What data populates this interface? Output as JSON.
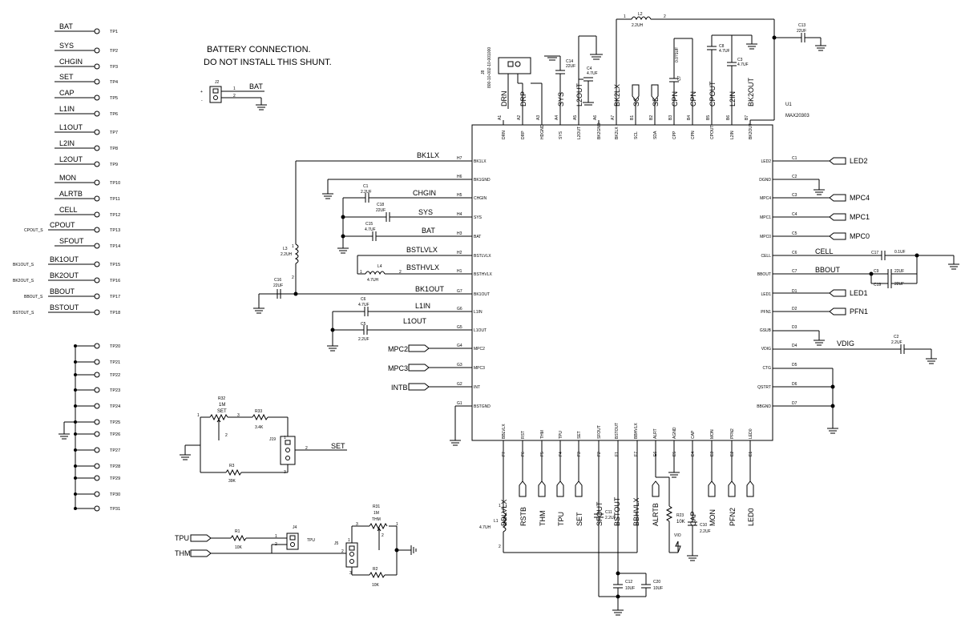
{
  "note": {
    "lines": [
      "BATTERY CONNECTION.",
      "DO NOT INSTALL THIS SHUNT."
    ]
  },
  "test_points": {
    "group1": [
      {
        "tp": "TP1",
        "net": "BAT",
        "prefix": ""
      },
      {
        "tp": "TP2",
        "net": "SYS",
        "prefix": ""
      },
      {
        "tp": "TP3",
        "net": "CHGIN",
        "prefix": ""
      },
      {
        "tp": "TP4",
        "net": "SET",
        "prefix": ""
      },
      {
        "tp": "TP5",
        "net": "CAP",
        "prefix": ""
      },
      {
        "tp": "TP6",
        "net": "L1IN",
        "prefix": ""
      },
      {
        "tp": "TP7",
        "net": "L1OUT",
        "prefix": ""
      },
      {
        "tp": "TP8",
        "net": "L2IN",
        "prefix": ""
      },
      {
        "tp": "TP9",
        "net": "L2OUT",
        "prefix": ""
      },
      {
        "tp": "TP10",
        "net": "MON",
        "prefix": ""
      },
      {
        "tp": "TP11",
        "net": "ALRTB",
        "prefix": ""
      },
      {
        "tp": "TP12",
        "net": "CELL",
        "prefix": ""
      },
      {
        "tp": "TP13",
        "net": "CPOUT",
        "prefix": "CPOUT_S"
      },
      {
        "tp": "TP14",
        "net": "SFOUT",
        "prefix": ""
      },
      {
        "tp": "TP15",
        "net": "BK1OUT",
        "prefix": "BK1OUT_S"
      },
      {
        "tp": "TP16",
        "net": "BK2OUT",
        "prefix": "BK2OUT_S"
      },
      {
        "tp": "TP17",
        "net": "BBOUT",
        "prefix": "BBOUT_S"
      },
      {
        "tp": "TP18",
        "net": "BSTOUT",
        "prefix": "BSTOUT_S"
      }
    ],
    "group2": [
      "TP20",
      "TP21",
      "TP22",
      "TP23",
      "TP24",
      "TP25",
      "TP26",
      "TP27",
      "TP28",
      "TP29",
      "TP30",
      "TP31"
    ]
  },
  "ic": {
    "ref": "U1",
    "part": "MAX20303",
    "top_pins": [
      {
        "num": "A1",
        "name": "DRN",
        "net": "DRN"
      },
      {
        "num": "A2",
        "name": "DRP",
        "net": "DRP"
      },
      {
        "num": "A3",
        "name": "HDGND",
        "net": ""
      },
      {
        "num": "A4",
        "name": "SYS",
        "net": "SYS"
      },
      {
        "num": "A5",
        "name": "L2OUT",
        "net": "L2OUT"
      },
      {
        "num": "A6",
        "name": "BK2GND",
        "net": ""
      },
      {
        "num": "A7",
        "name": "BK2LX",
        "net": "BK2LX"
      },
      {
        "num": "B1",
        "name": "SCL",
        "net": "SCL"
      },
      {
        "num": "B2",
        "name": "SDA",
        "net": "SDA"
      },
      {
        "num": "B3",
        "name": "CPP",
        "net": "CPN"
      },
      {
        "num": "B4",
        "name": "CPN",
        "net": "CPN"
      },
      {
        "num": "B5",
        "name": "CPOUT",
        "net": "CPOUT"
      },
      {
        "num": "B6",
        "name": "L2IN",
        "net": "L2IN"
      },
      {
        "num": "B7",
        "name": "BK2OUT",
        "net": "BK2OUT"
      }
    ],
    "left_pins": [
      {
        "num": "H7",
        "name": "BK1LX",
        "net": "BK1LX"
      },
      {
        "num": "H6",
        "name": "BK1GND",
        "net": ""
      },
      {
        "num": "H5",
        "name": "CHGIN",
        "net": "CHGIN"
      },
      {
        "num": "H4",
        "name": "SYS",
        "net": "SYS"
      },
      {
        "num": "H3",
        "name": "BAT",
        "net": "BAT"
      },
      {
        "num": "H2",
        "name": "BSTLVLX",
        "net": "BSTLVLX"
      },
      {
        "num": "H1",
        "name": "BSTHVLX",
        "net": "BSTHVLX"
      },
      {
        "num": "G7",
        "name": "BK1OUT",
        "net": "BK1OUT"
      },
      {
        "num": "G6",
        "name": "L1IN",
        "net": "L1IN"
      },
      {
        "num": "G5",
        "name": "L1OUT",
        "net": "L1OUT"
      },
      {
        "num": "G4",
        "name": "MPC2",
        "net": "MPC2"
      },
      {
        "num": "G3",
        "name": "MPC3",
        "net": "MPC3"
      },
      {
        "num": "G2",
        "name": "INT",
        "net": "INTB"
      },
      {
        "num": "G1",
        "name": "BSTGND",
        "net": ""
      }
    ],
    "right_pins": [
      {
        "num": "C1",
        "name": "LED2",
        "net": "LED2"
      },
      {
        "num": "C2",
        "name": "DGND",
        "net": ""
      },
      {
        "num": "C3",
        "name": "MPC4",
        "net": "MPC4"
      },
      {
        "num": "C4",
        "name": "MPC1",
        "net": "MPC1"
      },
      {
        "num": "C5",
        "name": "MPC0",
        "net": "MPC0"
      },
      {
        "num": "C6",
        "name": "CELL",
        "net": "CELL"
      },
      {
        "num": "C7",
        "name": "BBOUT",
        "net": "BBOUT"
      },
      {
        "num": "D1",
        "name": "LED1",
        "net": "LED1"
      },
      {
        "num": "D2",
        "name": "PFN1",
        "net": "PFN1"
      },
      {
        "num": "D3",
        "name": "GSUB",
        "net": ""
      },
      {
        "num": "D4",
        "name": "VDIG",
        "net": "VDIG"
      },
      {
        "num": "D5",
        "name": "CTG",
        "net": ""
      },
      {
        "num": "D6",
        "name": "QSTRT",
        "net": ""
      },
      {
        "num": "D7",
        "name": "BBGND",
        "net": ""
      }
    ],
    "bottom_pins": [
      {
        "num": "F7",
        "name": "BBLVLX",
        "net": "BBLVLX"
      },
      {
        "num": "F6",
        "name": "RST",
        "net": "RSTB"
      },
      {
        "num": "F5",
        "name": "THM",
        "net": "THM"
      },
      {
        "num": "F4",
        "name": "TPU",
        "net": "TPU"
      },
      {
        "num": "F3",
        "name": "SET",
        "net": "SET"
      },
      {
        "num": "F2",
        "name": "SFOUT",
        "net": "SFOUT"
      },
      {
        "num": "F1",
        "name": "BSTOUT",
        "net": "BSTOUT"
      },
      {
        "num": "E7",
        "name": "BBHVLX",
        "net": "BBHVLX"
      },
      {
        "num": "E6",
        "name": "ALRT",
        "net": "ALRTB"
      },
      {
        "num": "E5",
        "name": "AGND",
        "net": ""
      },
      {
        "num": "E4",
        "name": "CAP",
        "net": "CAP"
      },
      {
        "num": "E3",
        "name": "MON",
        "net": "MON"
      },
      {
        "num": "E2",
        "name": "PFN2",
        "net": "PFN2"
      },
      {
        "num": "E1",
        "name": "LED0",
        "net": "LED0"
      }
    ]
  },
  "components": {
    "L2": {
      "ref": "L2",
      "value": "2.2UH",
      "p1": "1",
      "p2": "2"
    },
    "C13": {
      "ref": "C13",
      "value": "22UF"
    },
    "C14": {
      "ref": "C14",
      "value": "22UF"
    },
    "C4": {
      "ref": "C4",
      "value": "4.7UF"
    },
    "C7": {
      "ref": "C7",
      "value": "0.0?1UF"
    },
    "C8": {
      "ref": "C8",
      "value": "4.7UF"
    },
    "C3": {
      "ref": "C3",
      "value": "4.7UF"
    },
    "J8": {
      "ref": "J8",
      "value": "800-10-002-10-001000"
    },
    "J2": {
      "ref": "J2",
      "net": "BAT",
      "plus": "+",
      "minus": "-",
      "p1": "1",
      "p2": "2"
    },
    "C1": {
      "ref": "C1",
      "value": "2.2UF"
    },
    "C18": {
      "ref": "C18",
      "value": "22UF"
    },
    "C15": {
      "ref": "C15",
      "value": "4.7UF"
    },
    "L3": {
      "ref": "L3",
      "value": "2.2UH",
      "p1": "1",
      "p2": "2"
    },
    "L4": {
      "ref": "L4",
      "value": "4.7UH",
      "p1": "1",
      "p2": "2"
    },
    "C16": {
      "ref": "C16",
      "value": "22UF"
    },
    "C6": {
      "ref": "C6",
      "value": "4.7UF"
    },
    "C5": {
      "ref": "C5",
      "value": "2.2UF"
    },
    "C17": {
      "ref": "C17",
      "value": "0.1UF"
    },
    "C9": {
      "ref": "C9",
      "value": "22UF"
    },
    "C19": {
      "ref": "C19",
      "value": "22UF"
    },
    "C2": {
      "ref": "C2",
      "value": "2.2UF"
    },
    "L1": {
      "ref": "L1",
      "value": "4.7UH",
      "p1": "1",
      "p2": "2"
    },
    "C11": {
      "ref": "C11",
      "value": "2.2UF"
    },
    "C12": {
      "ref": "C12",
      "value": "10UF"
    },
    "C20": {
      "ref": "C20",
      "value": "10UF"
    },
    "C10": {
      "ref": "C10",
      "value": "2.2UF"
    },
    "R23": {
      "ref": "R23",
      "value": "10K"
    },
    "VIO": {
      "label": "VIO"
    },
    "R32": {
      "ref": "R32",
      "value": "1M",
      "net": "SET",
      "p1": "1",
      "p2": "2",
      "p3": "3"
    },
    "R33": {
      "ref": "R33",
      "value": "3.4K"
    },
    "R3": {
      "ref": "R3",
      "value": "39K"
    },
    "J19": {
      "ref": "J19",
      "net": "SET",
      "p1": "1",
      "p2": "2",
      "p3": "3"
    },
    "R1": {
      "ref": "R1",
      "value": "10K"
    },
    "J4": {
      "ref": "J4",
      "net": "TPU",
      "p1": "1",
      "p2": "2"
    },
    "J5": {
      "ref": "J5",
      "p1": "1",
      "p2": "2",
      "p3": "3"
    },
    "R31": {
      "ref": "R31",
      "value": "1M",
      "net": "THM",
      "p1": "1",
      "p2": "2",
      "p3": "3"
    },
    "R2": {
      "ref": "R2",
      "value": "10K"
    }
  },
  "nets": {
    "TPU": "TPU",
    "THM": "THM",
    "SET": "SET",
    "MPC2": "MPC2",
    "MPC3": "MPC3",
    "INTB": "INTB",
    "BK1LX": "BK1LX",
    "CHGIN": "CHGIN",
    "SYS": "SYS",
    "BAT": "BAT",
    "BSTLVLX": "BSTLVLX",
    "BSTHVLX": "BSTHVLX",
    "BK1OUT": "BK1OUT",
    "L1IN": "L1IN",
    "L1OUT": "L1OUT",
    "LED2": "LED2",
    "MPC4": "MPC4",
    "MPC1": "MPC1",
    "MPC0": "MPC0",
    "CELL": "CELL",
    "BBOUT": "BBOUT",
    "LED1": "LED1",
    "PFN1": "PFN1",
    "VDIG": "VDIG"
  }
}
